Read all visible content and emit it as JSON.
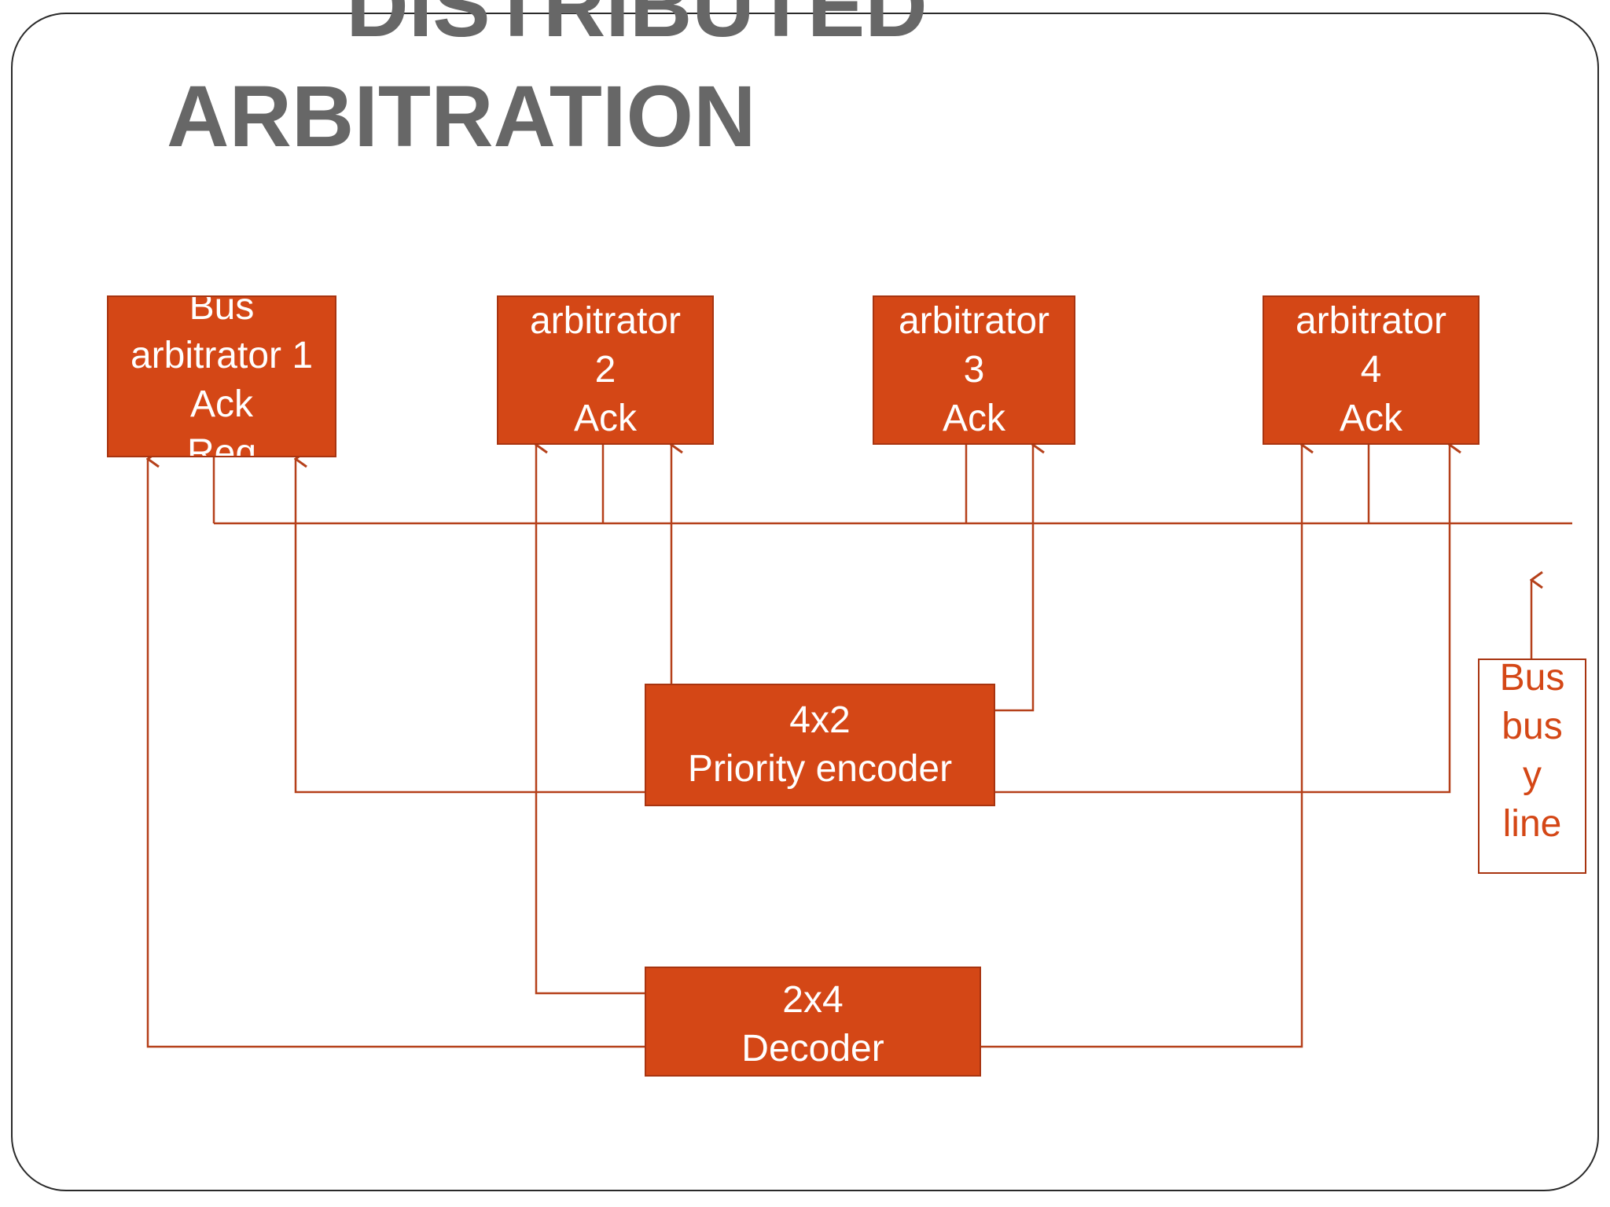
{
  "title": {
    "line1": "DISTRIBUTED",
    "line2": "ARBITRATION"
  },
  "colors": {
    "block_fill": "#d44716",
    "block_border": "#a83410",
    "wire": "#b5401a",
    "title": "#676767",
    "frame": "#2a2a2a"
  },
  "blocks": {
    "arbitrator_1": [
      "Bus",
      "arbitrator 1",
      "Ack",
      "Req"
    ],
    "arbitrator_2": [
      "arbitrator",
      "2",
      "Ack"
    ],
    "arbitrator_3": [
      "arbitrator",
      "3",
      "Ack"
    ],
    "arbitrator_4": [
      "arbitrator",
      "4",
      "Ack"
    ],
    "priority_encoder": [
      "4x2",
      "Priority encoder"
    ],
    "decoder": [
      "2x4",
      "Decoder"
    ]
  },
  "bus_busy_line": [
    "Bus",
    "bus",
    "y",
    "line"
  ]
}
